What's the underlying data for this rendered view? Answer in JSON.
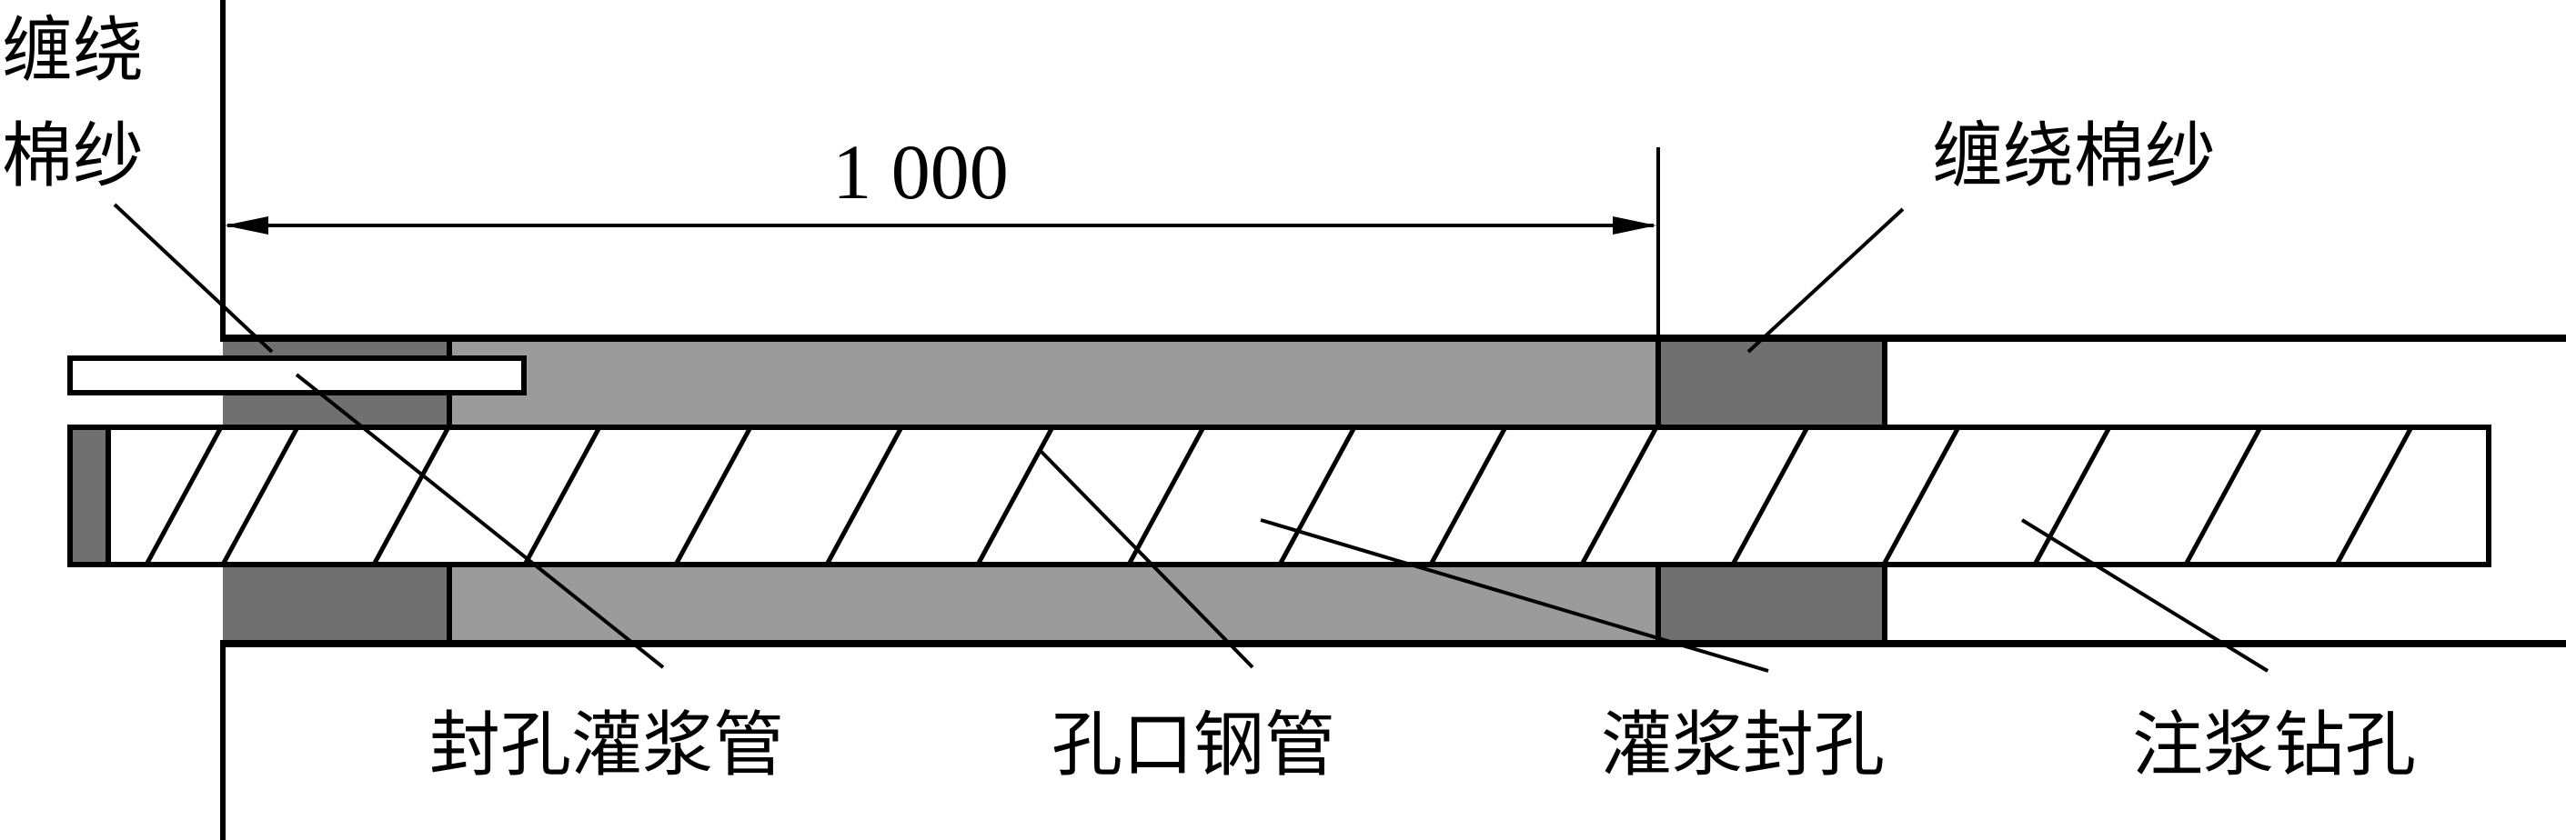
{
  "title": "孔口封孔示意图",
  "dimension": {
    "value_label": "1 000"
  },
  "labels": {
    "cotton_left_line1": "缠绕",
    "cotton_left_line2": "棉纱",
    "cotton_right": "缠绕棉纱",
    "seal_grout_pipe": "封孔灌浆管",
    "orifice_steel_pipe": "孔口钢管",
    "grout_seal": "灌浆封孔",
    "grout_borehole": "注浆钻孔"
  },
  "colors": {
    "dark_fill": "#707070",
    "light_fill": "#9b9b9b",
    "line": "#000000"
  }
}
